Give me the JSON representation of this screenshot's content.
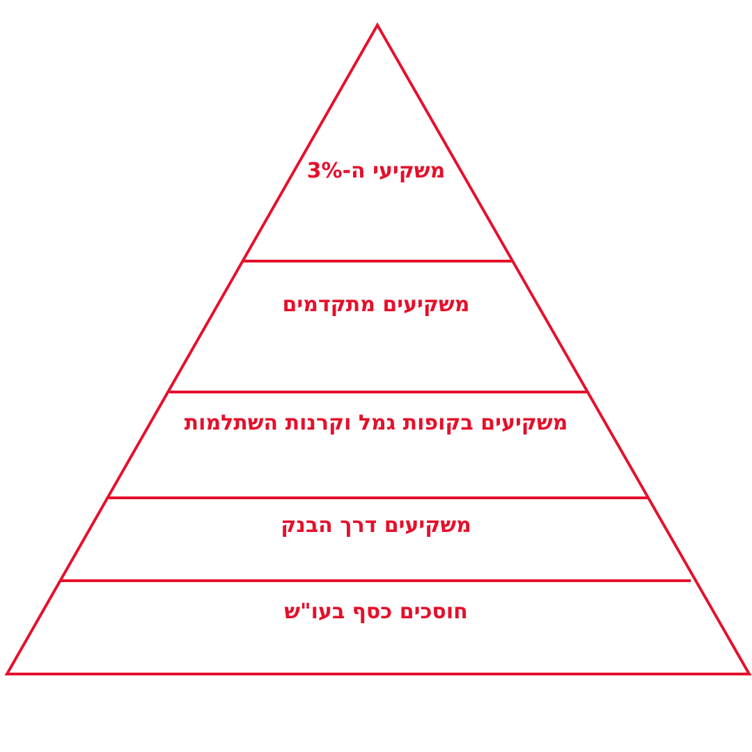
{
  "diagram": {
    "type": "pyramid",
    "color": "#e5102b",
    "tiers": [
      {
        "label": "משקיעי ה-3%"
      },
      {
        "label": "משקיעים מתקדמים"
      },
      {
        "label": "משקיעים בקופות גמל וקרנות השתלמות"
      },
      {
        "label": "משקיעים דרך הבנק"
      },
      {
        "label": "חוסכים כסף בעו\"ש"
      }
    ]
  }
}
